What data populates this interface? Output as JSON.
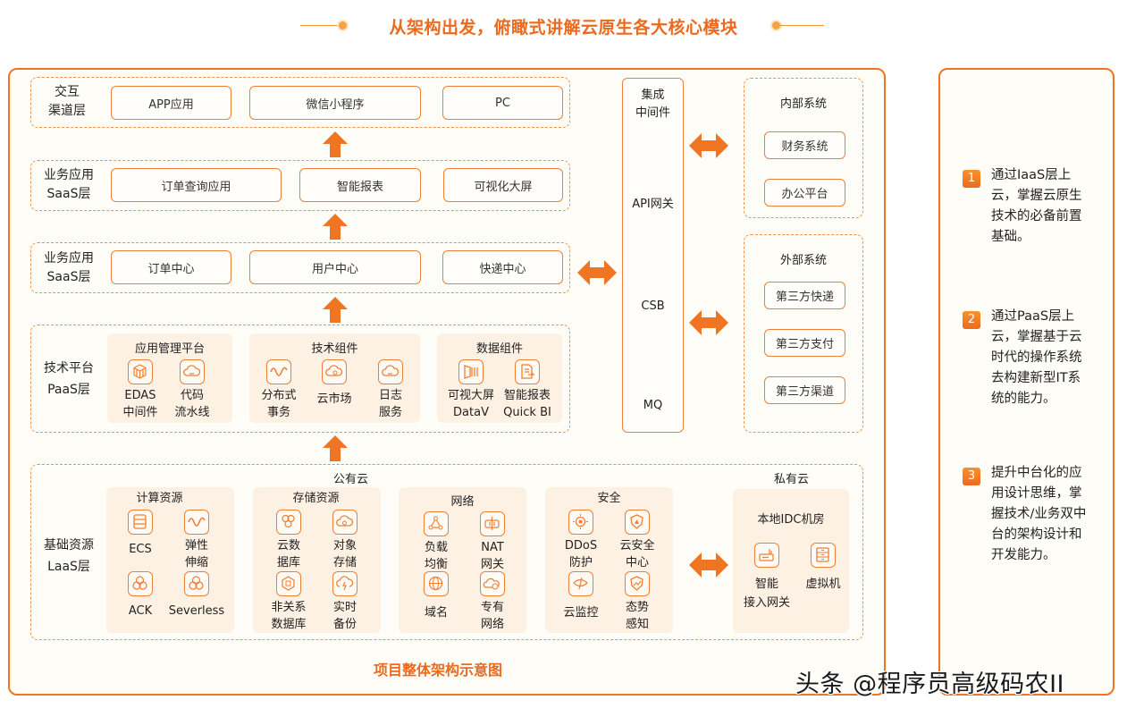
{
  "header": {
    "title": "从架构出发，俯瞰式讲解云原生各大核心模块"
  },
  "colors": {
    "accent": "#f07523",
    "title": "#ec6a1e",
    "group_fill": "#fdf1e4",
    "panel_fill": "#fffdf8"
  },
  "layers": {
    "channel": {
      "label_1": "交互",
      "label_2": "渠道层",
      "items": [
        "APP应用",
        "微信小程序",
        "PC"
      ]
    },
    "saas_app": {
      "label_1": "业务应用",
      "label_2": "SaaS层",
      "items": [
        "订单查询应用",
        "智能报表",
        "可视化大屏"
      ]
    },
    "saas_center": {
      "label_1": "业务应用",
      "label_2": "SaaS层",
      "items": [
        "订单中心",
        "用户中心",
        "快递中心"
      ]
    },
    "paas": {
      "label_1": "技术平台",
      "label_2": "PaaS层",
      "groups": [
        {
          "title": "应用管理平台",
          "items": [
            {
              "icon": "cube-icon",
              "line1": "EDAS",
              "line2": "中间件"
            },
            {
              "icon": "cloud-pipeline-icon",
              "line1": "代码",
              "line2": "流水线"
            }
          ]
        },
        {
          "title": "技术组件",
          "items": [
            {
              "icon": "wave-icon",
              "line1": "分布式",
              "line2": "事务"
            },
            {
              "icon": "cloud-market-icon",
              "line1": "云市场",
              "line2": ""
            },
            {
              "icon": "cloud-log-icon",
              "line1": "日志",
              "line2": "服务"
            }
          ]
        },
        {
          "title": "数据组件",
          "items": [
            {
              "icon": "screen-icon",
              "line1": "可视大屏",
              "line2": "DataV"
            },
            {
              "icon": "report-icon",
              "line1": "智能报表",
              "line2": "Quick BI"
            }
          ]
        }
      ]
    },
    "iaas": {
      "label_1": "基础资源",
      "label_2": "LaaS层",
      "public_cloud": "公有云",
      "private_cloud": "私有云",
      "groups": [
        {
          "title": "计算资源",
          "items": [
            {
              "icon": "server-icon",
              "line1": "ECS",
              "line2": ""
            },
            {
              "icon": "wave-icon",
              "line1": "弹性",
              "line2": "伸缩"
            },
            {
              "icon": "cluster-icon",
              "line1": "ACK",
              "line2": ""
            },
            {
              "icon": "cluster-icon",
              "line1": "Severless",
              "line2": ""
            }
          ]
        },
        {
          "title": "存储资源",
          "items": [
            {
              "icon": "hexagon-icon",
              "line1": "云数",
              "line2": "据库"
            },
            {
              "icon": "cloud-storage-icon",
              "line1": "对象",
              "line2": "存储"
            },
            {
              "icon": "nosql-icon",
              "line1": "非关系",
              "line2": "数据库"
            },
            {
              "icon": "backup-icon",
              "line1": "实时",
              "line2": "备份"
            }
          ]
        },
        {
          "title": "网络",
          "items": [
            {
              "icon": "load-balance-icon",
              "line1": "负载",
              "line2": "均衡"
            },
            {
              "icon": "nat-icon",
              "line1": "NAT",
              "line2": "网关"
            },
            {
              "icon": "globe-icon",
              "line1": "域名",
              "line2": ""
            },
            {
              "icon": "vpc-icon",
              "line1": "专有",
              "line2": "网络"
            }
          ]
        },
        {
          "title": "安全",
          "items": [
            {
              "icon": "ddos-icon",
              "line1": "DDoS",
              "line2": "防护"
            },
            {
              "icon": "shield-icon",
              "line1": "云安全",
              "line2": "中心"
            },
            {
              "icon": "monitor-icon",
              "line1": "云监控",
              "line2": ""
            },
            {
              "icon": "trend-shield-icon",
              "line1": "态势",
              "line2": "感知"
            }
          ]
        }
      ],
      "idc": {
        "title": "本地IDC机房",
        "items": [
          {
            "icon": "router-icon",
            "line1": "智能",
            "line2": "接入网关"
          },
          {
            "icon": "vm-icon",
            "line1": "虚拟机",
            "line2": ""
          }
        ]
      }
    }
  },
  "middleware": {
    "title_1": "集成",
    "title_2": "中间件",
    "items": [
      "API网关",
      "CSB",
      "MQ"
    ]
  },
  "internal_systems": {
    "title": "内部系统",
    "items": [
      "财务系统",
      "办公平台"
    ]
  },
  "external_systems": {
    "title": "外部系统",
    "items": [
      "第三方快递",
      "第三方支付",
      "第三方渠道"
    ]
  },
  "notes": [
    {
      "num": "1",
      "text": "通过IaaS层上云，掌握云原生技术的必备前置基础。"
    },
    {
      "num": "2",
      "text": "通过PaaS层上云，掌握基于云时代的操作系统去构建新型IT系统的能力。"
    },
    {
      "num": "3",
      "text": "提升中台化的应用设计思维，掌握技术/业务双中台的架构设计和开发能力。"
    }
  ],
  "caption": "项目整体架构示意图",
  "watermark": "头条 @程序员高级码农II"
}
